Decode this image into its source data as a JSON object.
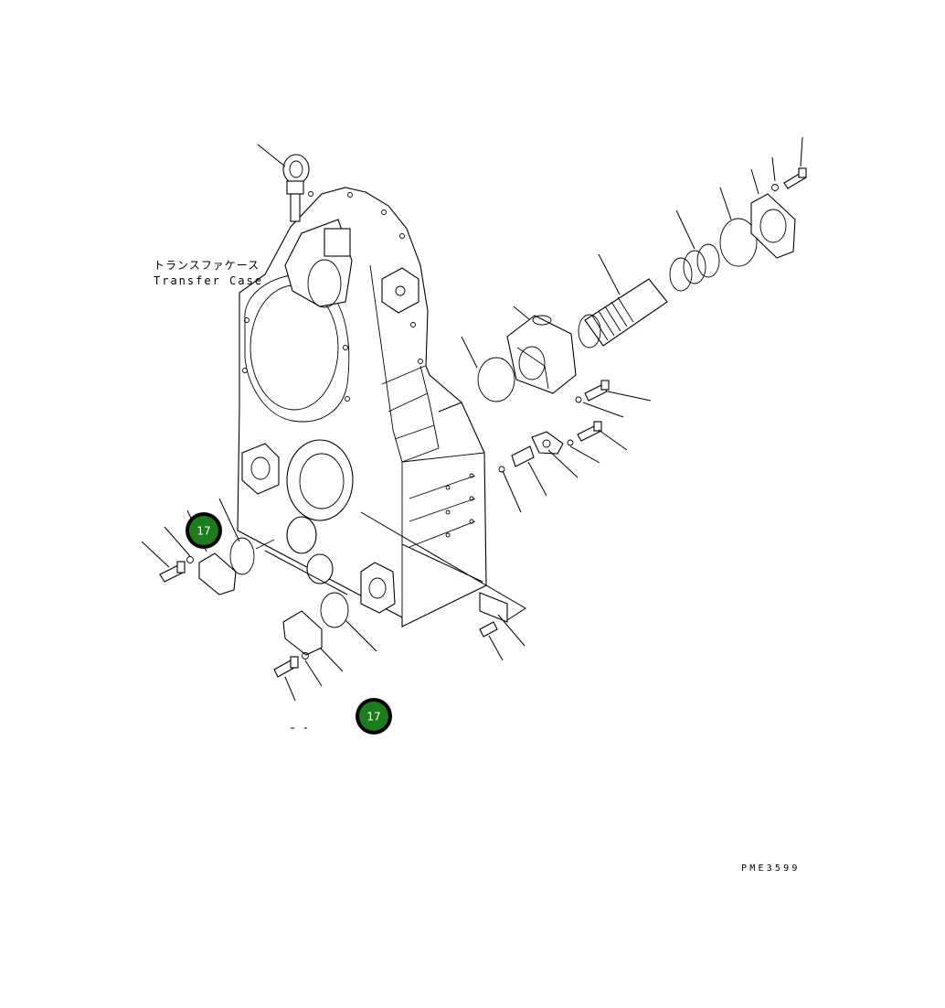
{
  "title_jp": "トランスファケース",
  "title_en": "Transfer Case",
  "drawing_code": "PME3599",
  "callouts": [
    {
      "label": "17"
    },
    {
      "label": "17"
    }
  ],
  "colors": {
    "callout_fill": "#1c7d1c",
    "callout_ring": "#000000",
    "callout_text": "#ffffff",
    "line": "#000000",
    "background": "#ffffff"
  }
}
